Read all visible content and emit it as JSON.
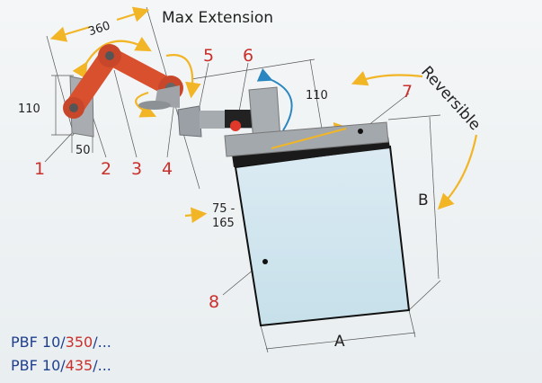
{
  "title": "Max Extension",
  "dimensions": {
    "arm_length": "360",
    "plate_height": "110",
    "plate_width": "50",
    "bracket_height": "110",
    "offset_top": "75 -",
    "offset_bottom": "165",
    "width": "A",
    "height": "B"
  },
  "reversible_label": "Reversible",
  "parts": [
    "1",
    "2",
    "3",
    "4",
    "5",
    "6",
    "7",
    "8"
  ],
  "models": [
    {
      "prefix": "PBF 10/",
      "size": "350",
      "suffix": "/..."
    },
    {
      "prefix": "PBF 10/",
      "size": "435",
      "suffix": "/..."
    }
  ],
  "colors": {
    "arm": "#d9502e",
    "arrow": "#f2b526",
    "rotate_arrow": "#2a86c0",
    "part_number": "#c9302c",
    "model_text": "#1f3f8f",
    "metal": "#9aa0a6"
  }
}
